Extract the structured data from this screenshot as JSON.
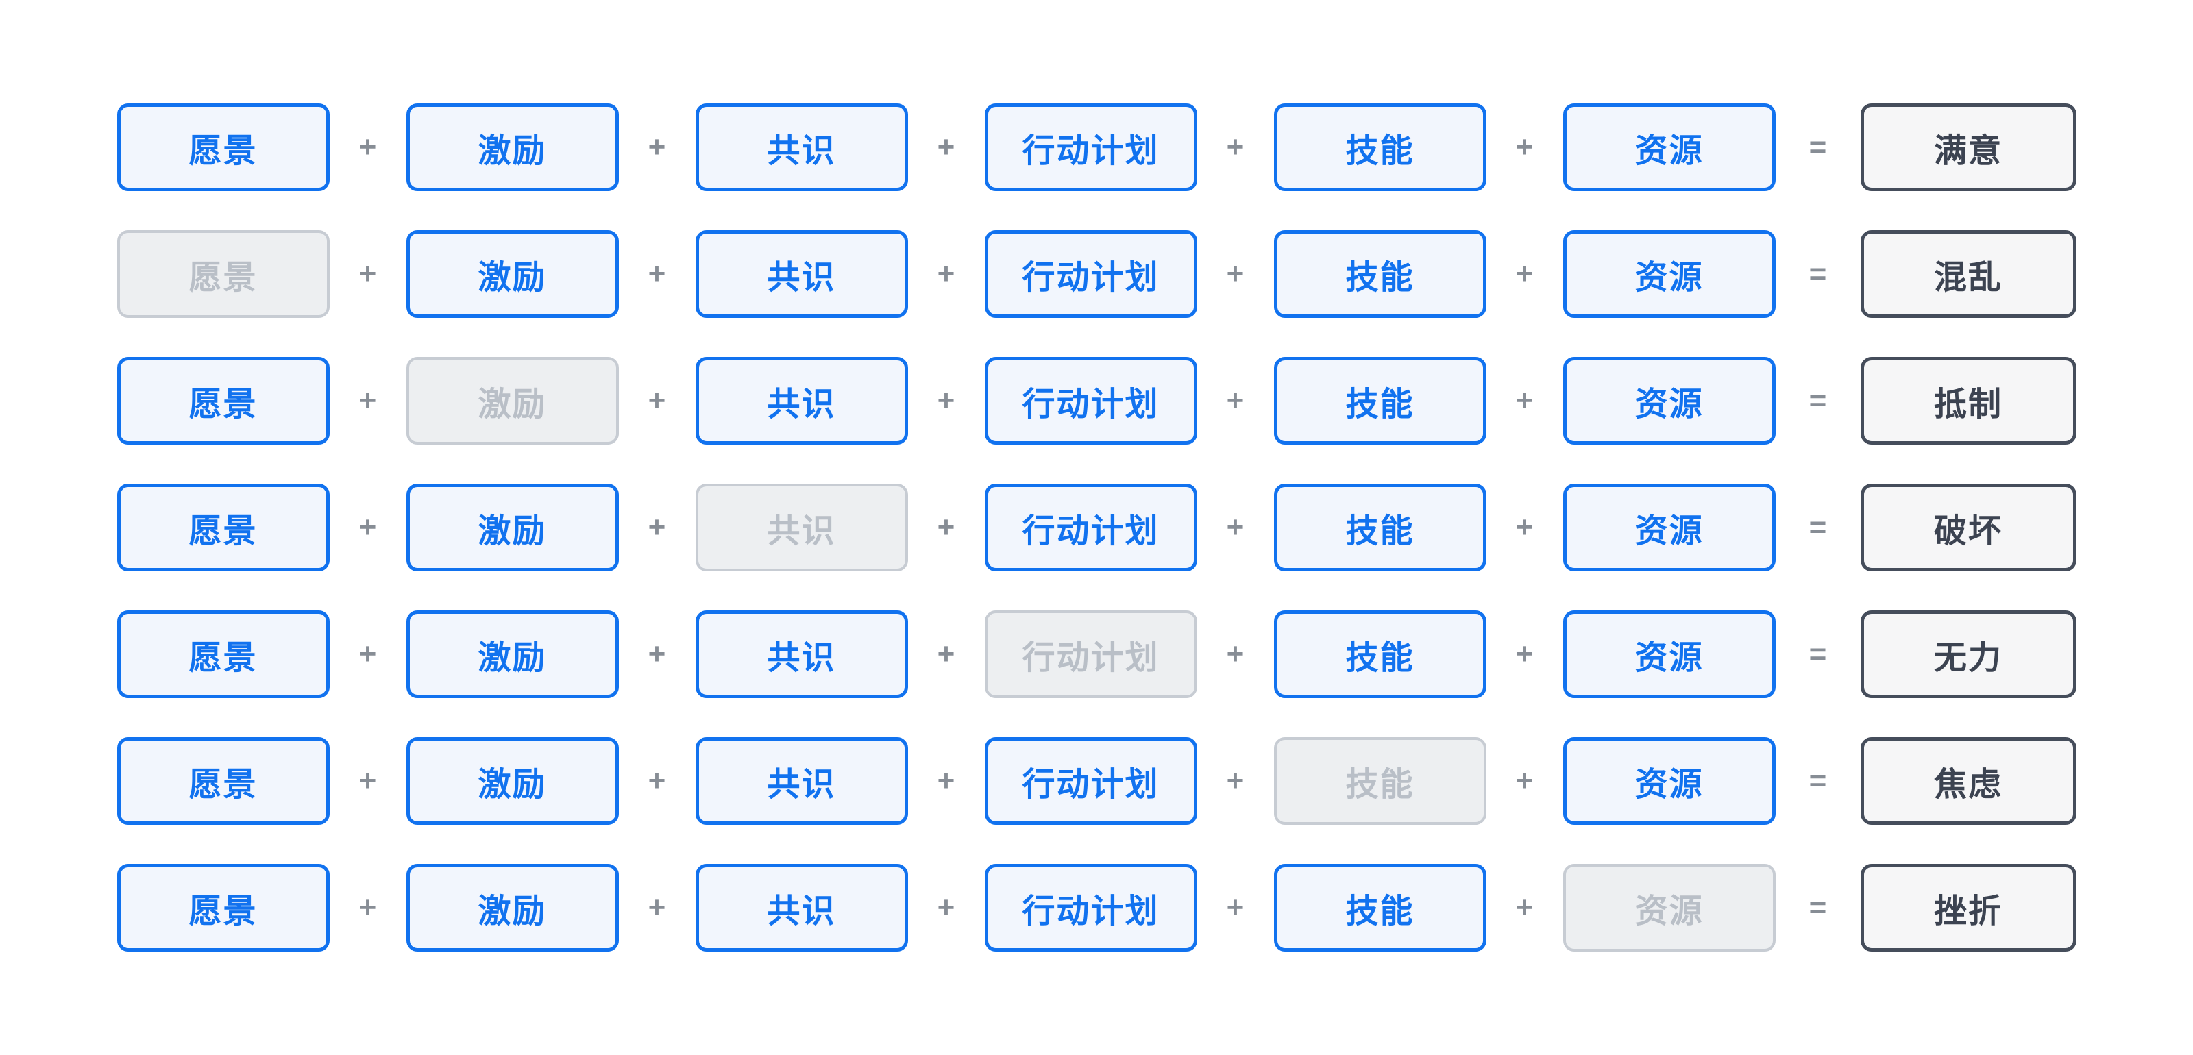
{
  "diagram": {
    "type": "change-management-equation",
    "factors": [
      "愿景",
      "激励",
      "共识",
      "行动计划",
      "技能",
      "资源"
    ],
    "ops": {
      "plus": "+",
      "equals": "="
    },
    "rows": [
      {
        "cells": [
          "愿景",
          "激励",
          "共识",
          "行动计划",
          "技能",
          "资源"
        ],
        "missing": null,
        "result": "满意"
      },
      {
        "cells": [
          "愿景",
          "激励",
          "共识",
          "行动计划",
          "技能",
          "资源"
        ],
        "missing": "愿景",
        "result": "混乱"
      },
      {
        "cells": [
          "愿景",
          "激励",
          "共识",
          "行动计划",
          "技能",
          "资源"
        ],
        "missing": "激励",
        "result": "抵制"
      },
      {
        "cells": [
          "愿景",
          "激励",
          "共识",
          "行动计划",
          "技能",
          "资源"
        ],
        "missing": "共识",
        "result": "破坏"
      },
      {
        "cells": [
          "愿景",
          "激励",
          "共识",
          "行动计划",
          "技能",
          "资源"
        ],
        "missing": "行动计划",
        "result": "无力"
      },
      {
        "cells": [
          "愿景",
          "激励",
          "共识",
          "行动计划",
          "技能",
          "资源"
        ],
        "missing": "技能",
        "result": "焦虑"
      },
      {
        "cells": [
          "愿景",
          "激励",
          "共识",
          "行动计划",
          "技能",
          "资源"
        ],
        "missing": "资源",
        "result": "挫折"
      }
    ],
    "colors": {
      "factor_border": "#1172ef",
      "factor_bg": "#f2f6fd",
      "factor_text": "#1172ef",
      "disabled_border": "#c7ccd3",
      "disabled_bg": "#edeff1",
      "disabled_text": "#b9bfc7",
      "result_border": "#454d5b",
      "result_bg": "#f6f6f7",
      "result_text": "#3c4351",
      "operator": "#878d95",
      "page_bg": "#ffffff"
    }
  }
}
